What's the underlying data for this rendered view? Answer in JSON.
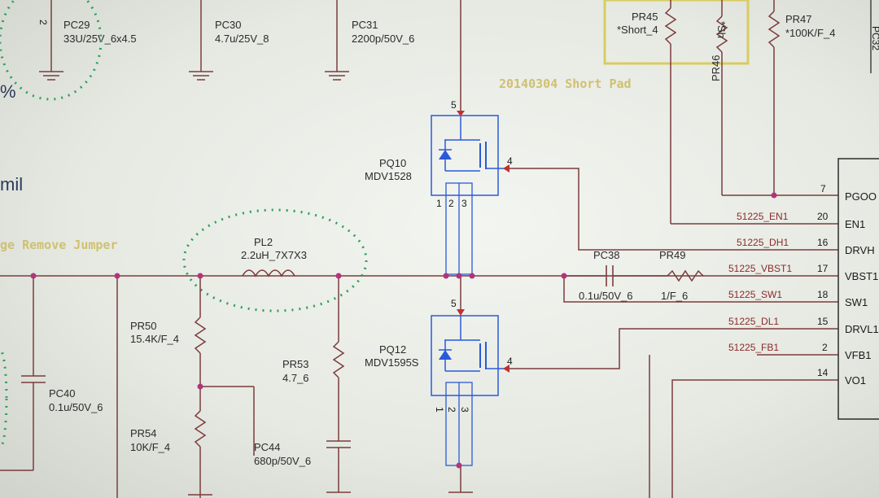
{
  "colors": {
    "wire": "#7b3c3c",
    "symbol": "#2a5ad8",
    "dot": "#b0357a",
    "dashed": "#2aa05a",
    "highlight": "#d8cc60",
    "background": "#e9ece6"
  },
  "left_edge": {
    "percent_sign": "%",
    "mil_text": "mil",
    "jumper_note": "ge Remove Jumper"
  },
  "capacitors": {
    "pc29": {
      "ref": "PC29",
      "value": "33U/25V_6x4.5",
      "pin": "2"
    },
    "pc30": {
      "ref": "PC30",
      "value": "4.7u/25V_8"
    },
    "pc31": {
      "ref": "PC31",
      "value": "2200p/50V_6"
    },
    "pc38": {
      "ref": "PC38",
      "value": "0.1u/50V_6"
    },
    "pc40": {
      "ref": "PC40",
      "value": "0.1u/50V_6"
    },
    "pc44": {
      "ref": "PC44",
      "value": "680p/50V_6"
    }
  },
  "resistors": {
    "pr45": {
      "ref": "PR45",
      "value": "*Short_4"
    },
    "pr46": {
      "ref": "PR46",
      "value": "*Sh"
    },
    "pr47": {
      "ref": "PR47",
      "value": "*100K/F_4"
    },
    "pr49": {
      "ref": "PR49",
      "value": "1/F_6"
    },
    "pr50": {
      "ref": "PR50",
      "value": "15.4K/F_4"
    },
    "pr53": {
      "ref": "PR53",
      "value": "4.7_6"
    },
    "pr54": {
      "ref": "PR54",
      "value": "10K/F_4"
    }
  },
  "inductor": {
    "ref": "PL2",
    "value": "2.2uH_7X7X3"
  },
  "mosfets": {
    "pq10": {
      "ref": "PQ10",
      "part": "MDV1528",
      "pin_drain": "5",
      "pin_gate": "4",
      "pins_source": [
        "1",
        "2",
        "3"
      ]
    },
    "pq12": {
      "ref": "PQ12",
      "part": "MDV1595S",
      "pin_drain": "5",
      "pin_gate": "4",
      "pins_source": [
        "1",
        "2",
        "3"
      ]
    }
  },
  "short_pad_note": "20140304 Short Pad",
  "ic": {
    "partial_ref": "PC32",
    "pins": [
      {
        "net": "",
        "num": "7",
        "name": "PGOO"
      },
      {
        "net": "51225_EN1",
        "num": "20",
        "name": "EN1"
      },
      {
        "net": "51225_DH1",
        "num": "16",
        "name": "DRVH"
      },
      {
        "net": "51225_VBST1",
        "num": "17",
        "name": "VBST1"
      },
      {
        "net": "51225_SW1",
        "num": "18",
        "name": "SW1"
      },
      {
        "net": "51225_DL1",
        "num": "15",
        "name": "DRVL1"
      },
      {
        "net": "51225_FB1",
        "num": "2",
        "name": "VFB1"
      },
      {
        "net": "",
        "num": "14",
        "name": "VO1"
      }
    ]
  }
}
